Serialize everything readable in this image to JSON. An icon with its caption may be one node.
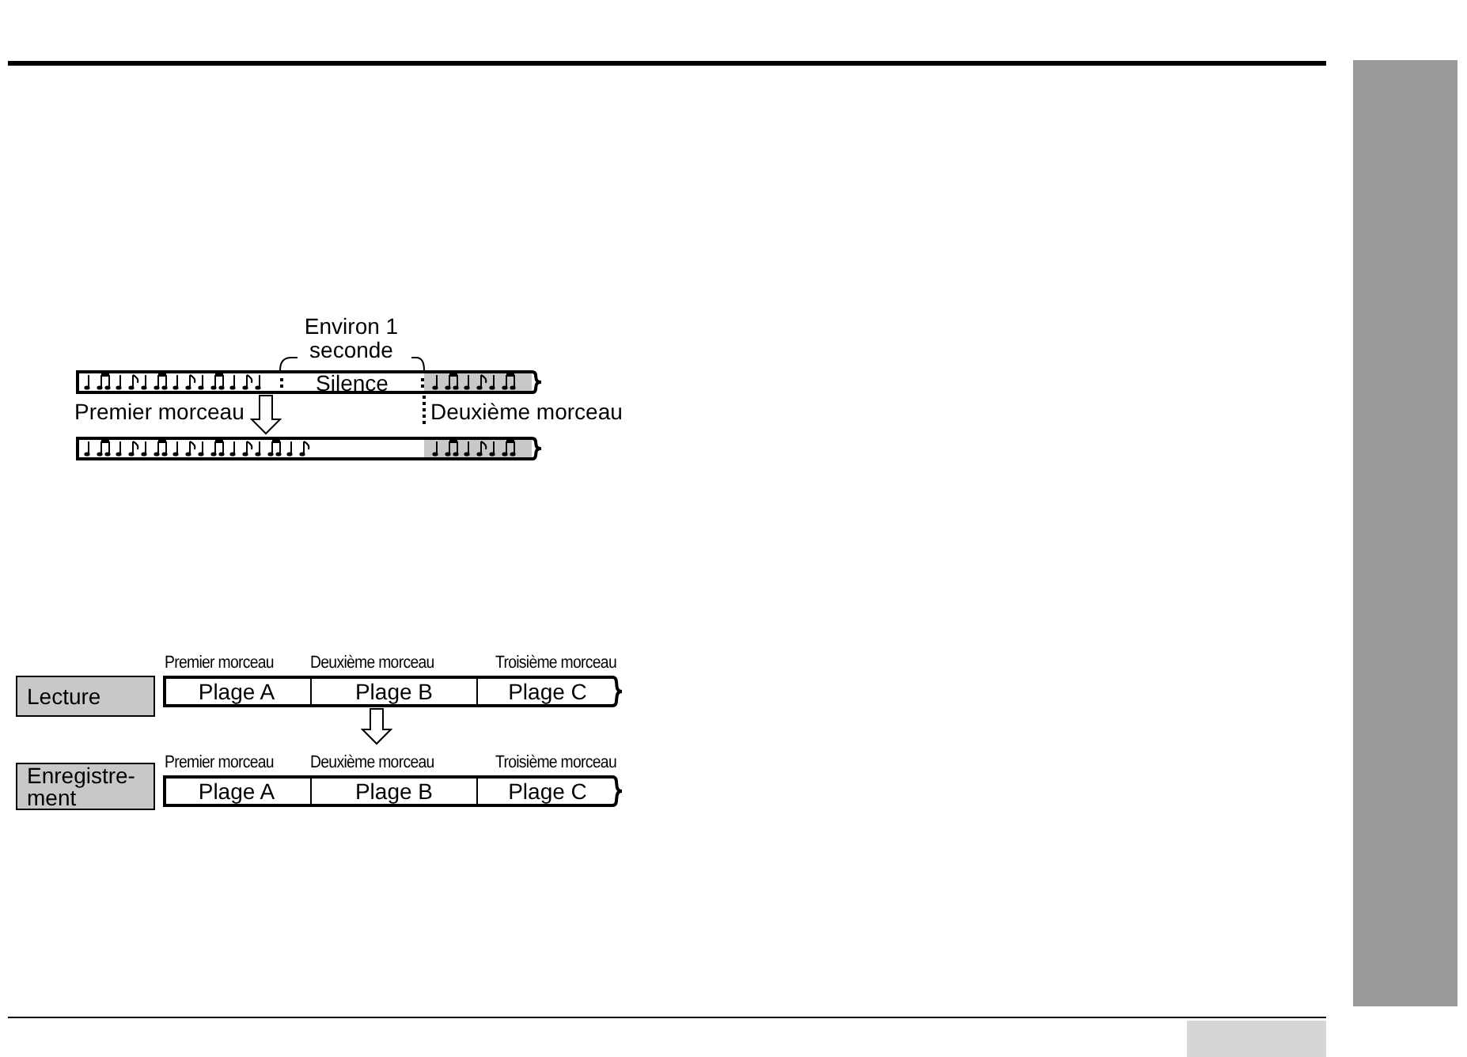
{
  "diagram": {
    "nodes": [
      {
        "text": [],
        "shape": "bar"
      },
      {
        "text": [
          "Silence"
        ],
        "in": 0,
        "beside": [
          "Environ 1 seconde"
        ]
      },
      {
        "text": [],
        "shape": "bar"
      },
      {
        "text": [
          "Lecture"
        ]
      },
      {
        "text": [],
        "shape": "bar"
      },
      {
        "text": [
          "Plage A"
        ],
        "in": 4
      },
      {
        "text": [
          "Plage B"
        ],
        "in": 4
      },
      {
        "text": [
          "Plage C"
        ],
        "in": 4
      },
      {
        "text": [
          "Enregistre- ment"
        ]
      },
      {
        "text": [],
        "shape": "bar"
      },
      {
        "text": [
          "Plage A"
        ],
        "in": 9
      },
      {
        "text": [
          "Plage B"
        ],
        "in": 9
      },
      {
        "text": [
          "Plage C"
        ],
        "in": 9
      }
    ],
    "edges": [
      {
        "from": 0,
        "to": 2,
        "arrow": "to"
      },
      {
        "from": 4,
        "to": 9,
        "arrow": "to"
      }
    ],
    "labels": [
      "Premier morceau",
      "Deuxième morceau",
      "Premier morceau",
      "Deuxième morceau",
      "Troisième morceau",
      "Premier morceau",
      "Deuxième morceau",
      "Troisième morceau"
    ]
  }
}
